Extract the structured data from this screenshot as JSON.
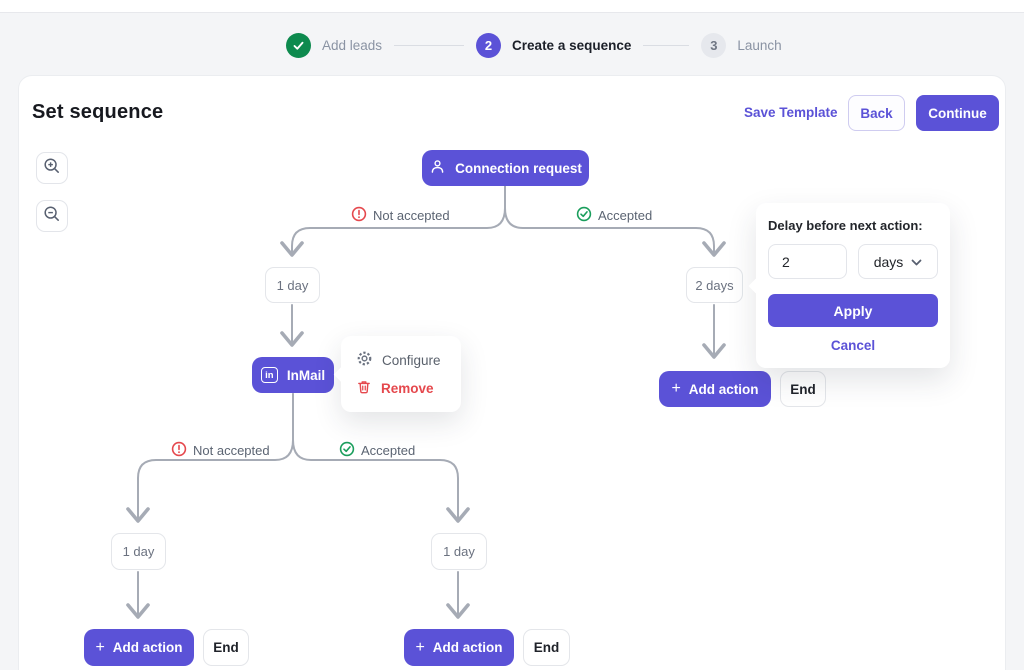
{
  "stepper": {
    "step1": {
      "label": "Add leads",
      "state": "done"
    },
    "step2": {
      "num": "2",
      "label": "Create a sequence",
      "state": "active"
    },
    "step3": {
      "num": "3",
      "label": "Launch",
      "state": "idle"
    }
  },
  "header": {
    "title": "Set sequence",
    "save_template": "Save Template",
    "back": "Back",
    "continue": "Continue"
  },
  "flow": {
    "connection_request": "Connection request",
    "not_accepted": "Not accepted",
    "accepted": "Accepted",
    "delay_1day": "1 day",
    "delay_2days": "2 days",
    "inmail": "InMail",
    "inmail_badge": "in",
    "add_action": "Add action",
    "plus_sign": "+",
    "end": "End"
  },
  "context_menu": {
    "configure": "Configure",
    "remove": "Remove"
  },
  "delay_panel": {
    "title": "Delay before next action:",
    "value": "2",
    "unit": "days",
    "apply": "Apply",
    "cancel": "Cancel"
  },
  "colors": {
    "accent": "#5B52D7",
    "stepper_green": "#0D8A4E",
    "accepted_green": "#1A9E5C",
    "alert_red": "#E5484D",
    "wire_gray": "#A6ABB5"
  }
}
